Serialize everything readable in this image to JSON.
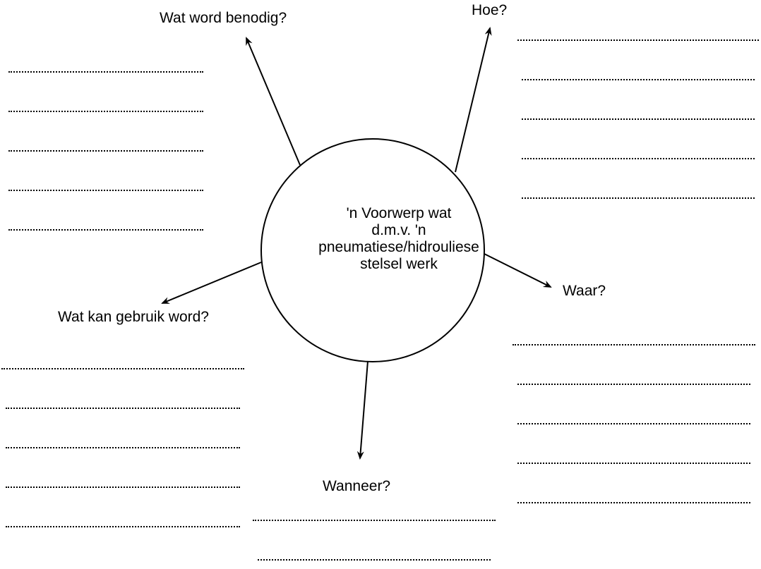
{
  "center": {
    "lines": [
      "'n Voorwerp wat",
      "d.m.v. 'n",
      "pneumatiese/hidrouliese",
      "stelsel werk"
    ]
  },
  "questions": {
    "what_needed": "Wat word benodig?",
    "how": "Hoe?",
    "where": "Waar?",
    "what_used": "Wat kan gebruik word?",
    "when": "Wanneer?"
  },
  "answer_counts": {
    "what_needed": 5,
    "how": 5,
    "where": 5,
    "what_used": 5,
    "when": 2
  }
}
